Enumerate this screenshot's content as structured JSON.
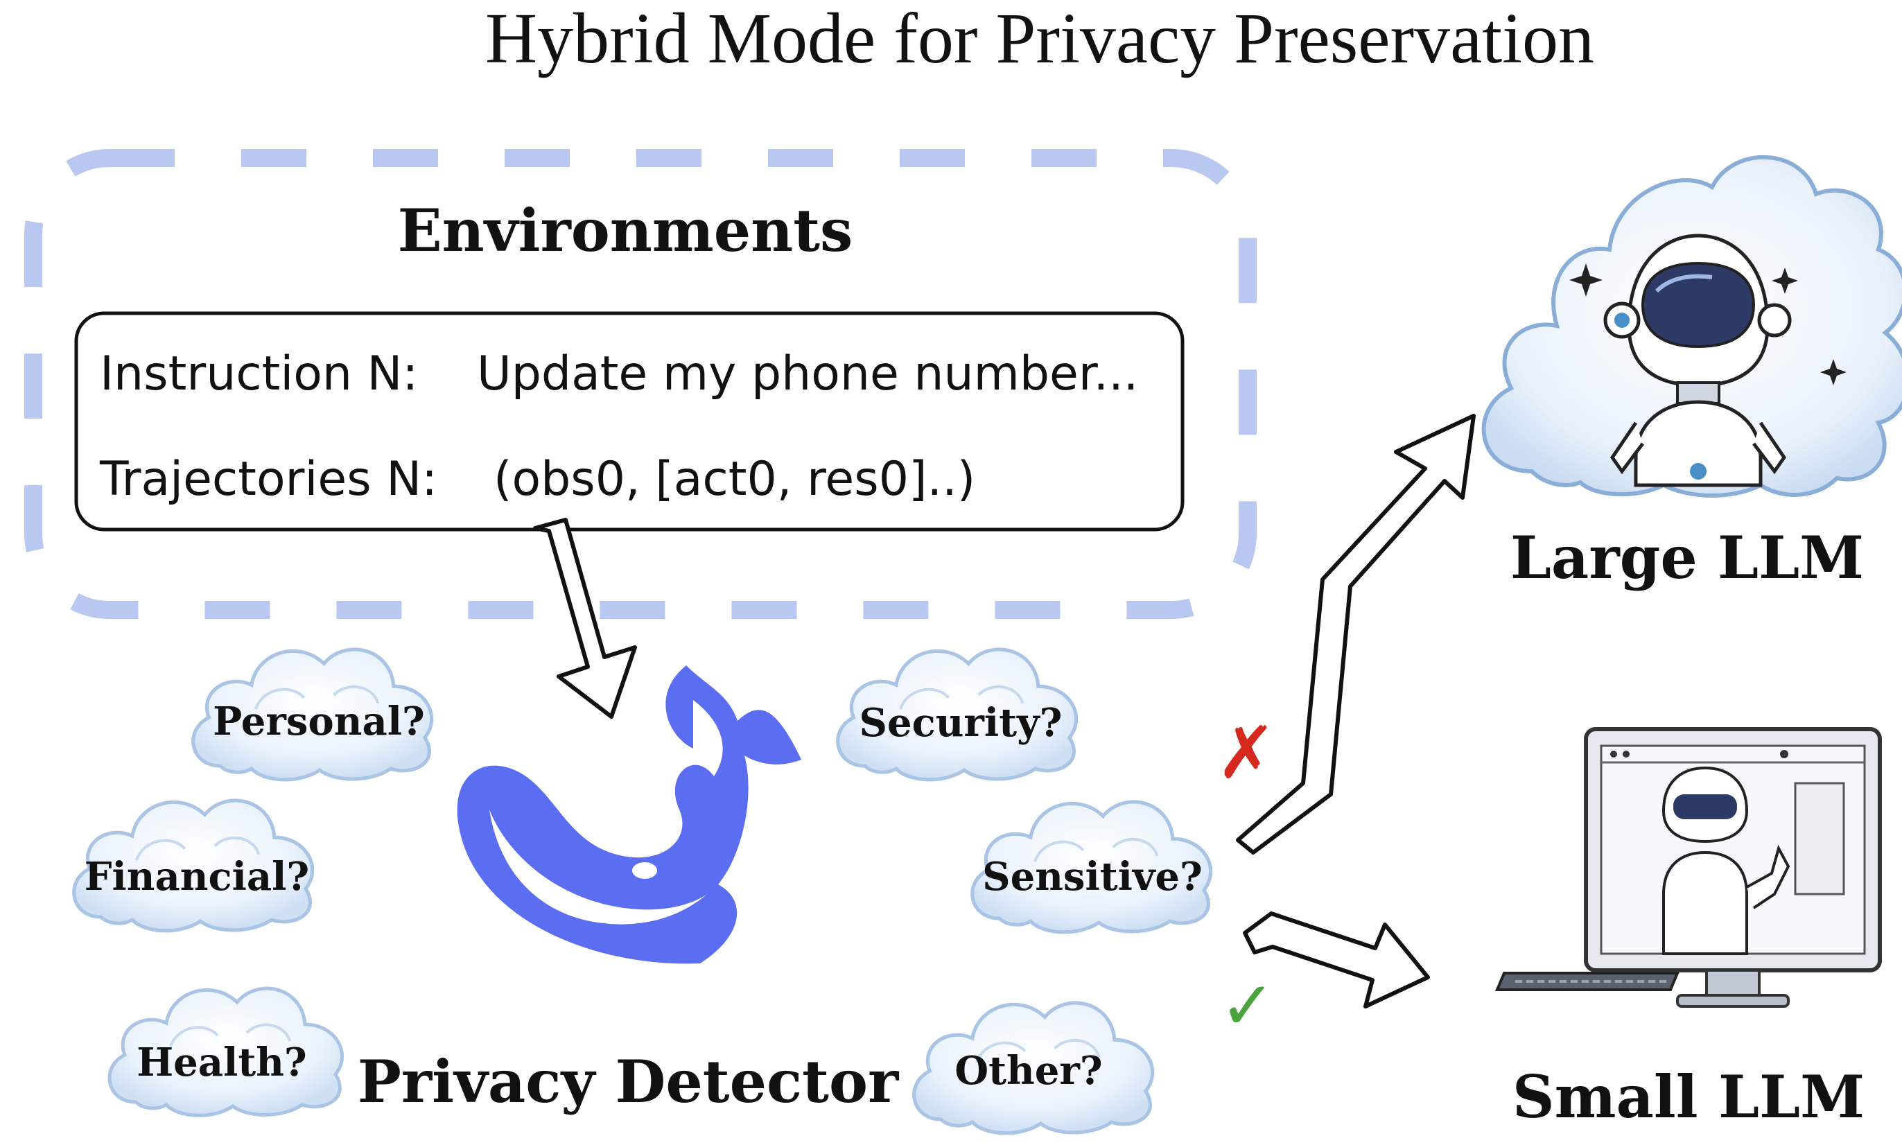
{
  "title": "Hybrid Mode for Privacy Preservation",
  "environments": {
    "heading": "Environments",
    "instruction_label": "Instruction N:",
    "instruction_value": "Update my phone number...",
    "trajectories_label": "Trajectories N:",
    "trajectories_value": "(obs0, [act0, res0]..)"
  },
  "detector": {
    "label": "Privacy Detector",
    "categories": [
      "Personal?",
      "Financial?",
      "Health?",
      "Security?",
      "Sensitive?",
      "Other?"
    ]
  },
  "outputs": {
    "large_label": "Large LLM",
    "small_label": "Small LLM",
    "reject_mark": "✗",
    "accept_mark": "✓"
  },
  "colors": {
    "dashed_border": "#b9c8f0",
    "whale": "#5b6ef2",
    "reject": "#d6291e",
    "accept": "#4aa33c",
    "cloud_fill": "#e8f1fb",
    "cloud_stroke": "#a9c4e4"
  }
}
